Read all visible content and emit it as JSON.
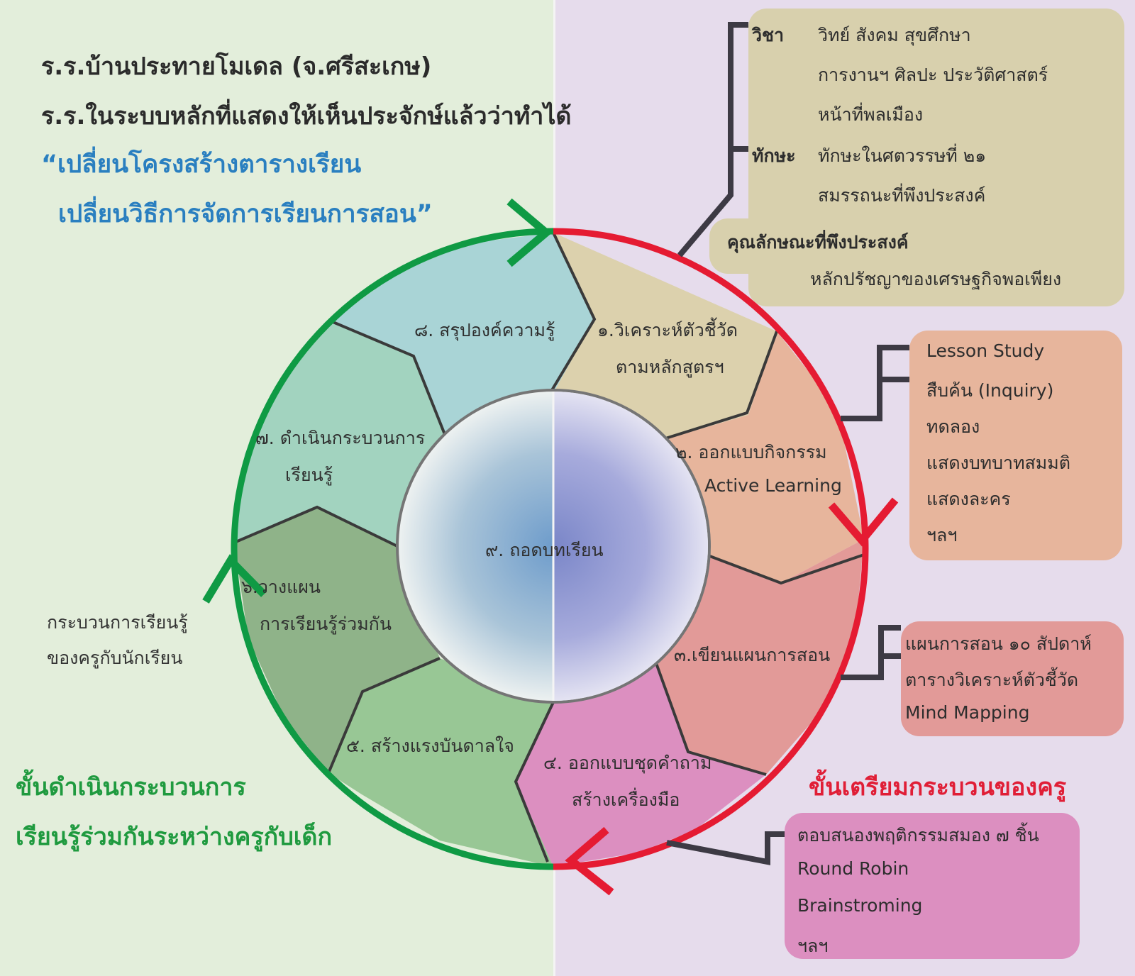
{
  "header": {
    "line1": "ร.ร.บ้านประทายโมเดล (จ.ศรีสะเกษ)",
    "line2": "ร.ร.ในระบบหลักที่แสดงให้เห็นประจักษ์แล้วว่าทำได้",
    "quote1": "“เปลี่ยนโครงสร้างตารางเรียน",
    "quote2": "เปลี่ยนวิธีการจัดการเรียนการสอน”"
  },
  "colors": {
    "bg_left": "#e3eedb",
    "bg_right": "#e6dcec",
    "arc_green": "#0f9a44",
    "arc_red": "#e51b32",
    "title_blue": "#2a7fc0"
  },
  "cycle": {
    "center": "๙. ถอดบทเรียน",
    "steps": [
      {
        "lines": [
          "๑.วิเคราะห์ตัวชี้วัด",
          "ตามหลักสูตรฯ"
        ],
        "color": "#dcd1ad"
      },
      {
        "lines": [
          "๒. ออกแบบกิจกรรม",
          "Active Learning"
        ],
        "color": "#e7b59c"
      },
      {
        "lines": [
          "๓.เขียนแผนการสอน"
        ],
        "color": "#e29a98"
      },
      {
        "lines": [
          "๔. ออกแบบชุดคำถาม",
          "สร้างเครื่องมือ"
        ],
        "color": "#dc8fc0"
      },
      {
        "lines": [
          "๕. สร้างแรงบันดาลใจ"
        ],
        "color": "#98c795"
      },
      {
        "lines": [
          "๖.วางแผน",
          "การเรียนรู้ร่วมกัน"
        ],
        "color": "#8fb389"
      },
      {
        "lines": [
          "๗. ดำเนินกระบวนการ",
          "เรียนรู้"
        ],
        "color": "#a2d3bf"
      },
      {
        "lines": [
          "๘. สรุปองค์ความรู้"
        ],
        "color": "#a9d4d6"
      }
    ]
  },
  "side_note": {
    "line1": "กระบวนการเรียนรู้",
    "line2": "ของครูกับนักเรียน"
  },
  "stages": {
    "left_1": "ขั้นดำเนินกระบวนการ",
    "left_2": "เรียนรู้ร่วมกันระหว่างครูกับเด็ก",
    "right": "ขั้นเตรียมกระบวนของครู"
  },
  "boxes": {
    "curriculum": {
      "color": "#d8d0ad",
      "subject_label": "วิชา",
      "subject_1": "วิทย์ สังคม สุขศึกษา",
      "subject_2": "การงานฯ ศิลปะ ประวัติศาสตร์",
      "subject_3": "หน้าที่พลเมือง",
      "skill_label": "ทักษะ",
      "skill_1": "ทักษะในศตวรรษที่ ๒๑",
      "skill_2": "สมรรถนะที่พึงประสงค์",
      "trait_label": "คุณลักษณะที่พึงประสงค์",
      "trait_1": "หลักปรัชญาของเศรษฐกิจพอเพียง"
    },
    "activities": {
      "color": "#e7b59c",
      "items": [
        "Lesson Study",
        "สืบค้น (Inquiry)",
        "ทดลอง",
        "แสดงบทบาทสมมติ",
        "แสดงละคร",
        "ฯลฯ"
      ]
    },
    "plans": {
      "color": "#e29a98",
      "items": [
        "แผนการสอน ๑๐ สัปดาห์",
        "ตารางวิเคราะห์ตัวชี้วัด",
        "Mind Mapping"
      ]
    },
    "questions": {
      "color": "#dc8fc0",
      "items": [
        "ตอบสนองพฤติกรรมสมอง ๗ ชิ้น",
        "Round Robin",
        "Brainstroming",
        "ฯลฯ"
      ]
    }
  }
}
